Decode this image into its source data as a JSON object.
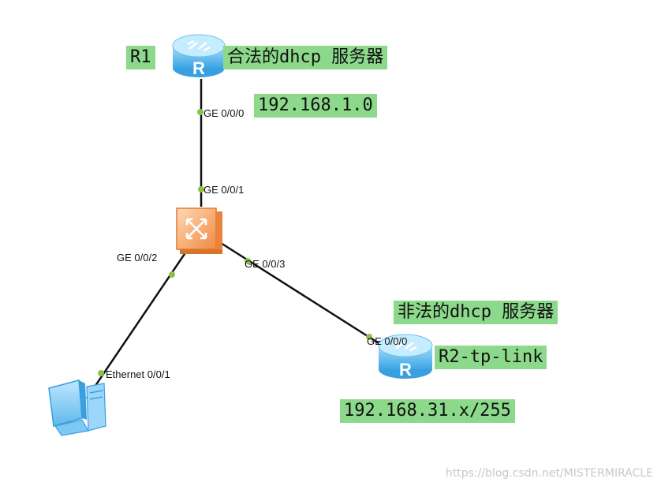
{
  "devices": {
    "r1": {
      "name": "R1",
      "role": "合法的dhcp 服务器",
      "network": "192.168.1.0",
      "icon": "router-icon"
    },
    "switch": {
      "icon": "switch-icon"
    },
    "r2": {
      "name": "R2-tp-link",
      "role": "非法的dhcp 服务器",
      "network": "192.168.31.x/255",
      "icon": "router-icon"
    },
    "pc": {
      "icon": "pc-icon"
    }
  },
  "ports": {
    "r1_ge000": "GE 0/0/0",
    "sw_ge001": "GE 0/0/1",
    "sw_ge002": "GE 0/0/2",
    "sw_ge003": "GE 0/0/3",
    "r2_ge000": "GE 0/0/0",
    "pc_eth001": "Ethernet 0/0/1"
  },
  "watermark": "https://blog.csdn.net/MISTERMIRACLE",
  "colors": {
    "label_bg": "#8cd98c",
    "link": "#111111",
    "port_dot": "#8bc34a",
    "router_blue": "#5ab8ee",
    "switch_orange": "#f4a465"
  }
}
